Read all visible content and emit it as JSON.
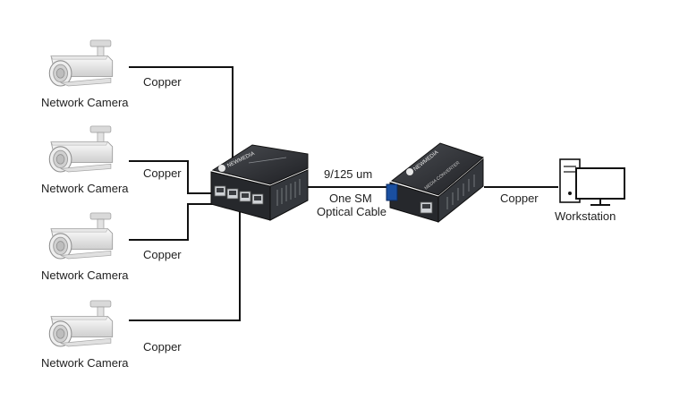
{
  "cameras": [
    {
      "label": "Network Camera",
      "link_label": "Copper"
    },
    {
      "label": "Network Camera",
      "link_label": "Copper"
    },
    {
      "label": "Network Camera",
      "link_label": "Copper"
    },
    {
      "label": "Network Camera",
      "link_label": "Copper"
    }
  ],
  "switch": {
    "brand": "NEWMEDIA",
    "ports": 4
  },
  "fiber_link": {
    "line1": "9/125 um",
    "line2": "One SM",
    "line3": "Optical Cable"
  },
  "converter": {
    "brand": "NEWMEDIA",
    "model_text": "MEDIA CONVERTER"
  },
  "workstation": {
    "label": "Workstation",
    "link_label": "Copper"
  },
  "colors": {
    "wire": "#111111",
    "device_body": "#2b2d31",
    "camera_body": "#f2f2f2",
    "fiber": "#111111"
  }
}
